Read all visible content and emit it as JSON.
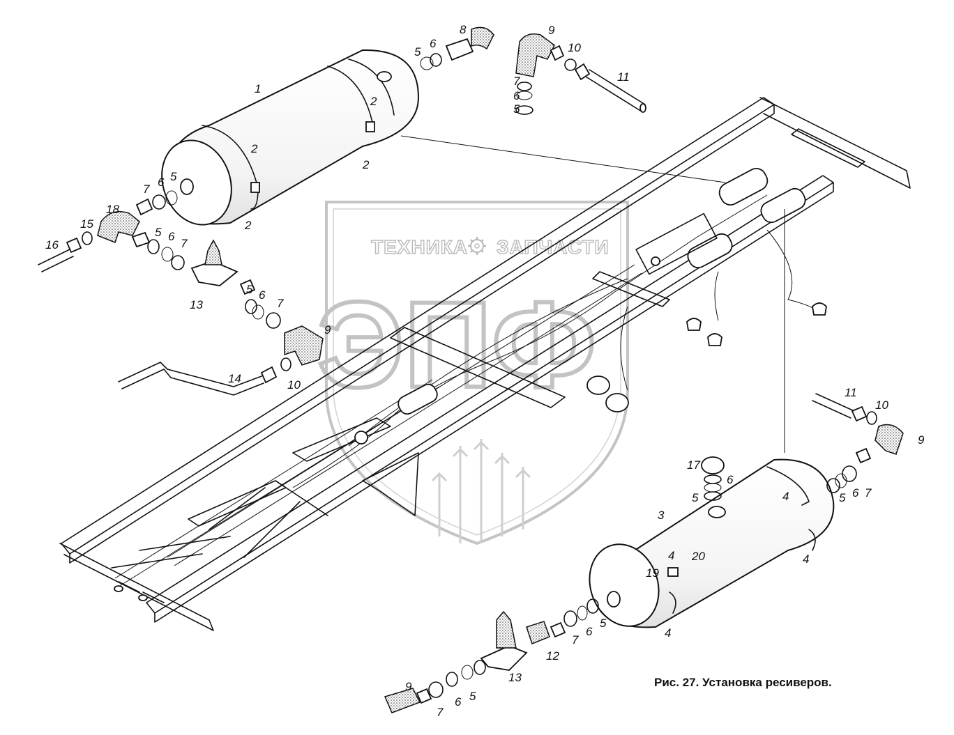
{
  "watermark": {
    "left_text": "ТЕХНИКА",
    "right_text": "ЗАПЧАСТИ",
    "big_text": "ЭПФ"
  },
  "caption": "Рис. 27. Установка ресиверов.",
  "callouts": {
    "n1": "1",
    "n2": "2",
    "n3": "3",
    "n4": "4",
    "n5": "5",
    "n6": "6",
    "n7": "7",
    "n8": "8",
    "n9": "9",
    "n10": "10",
    "n11": "11",
    "n12": "12",
    "n13": "13",
    "n14": "14",
    "n15": "15",
    "n16": "16",
    "n17": "17",
    "n18": "18",
    "n19": "19",
    "n20": "20"
  }
}
